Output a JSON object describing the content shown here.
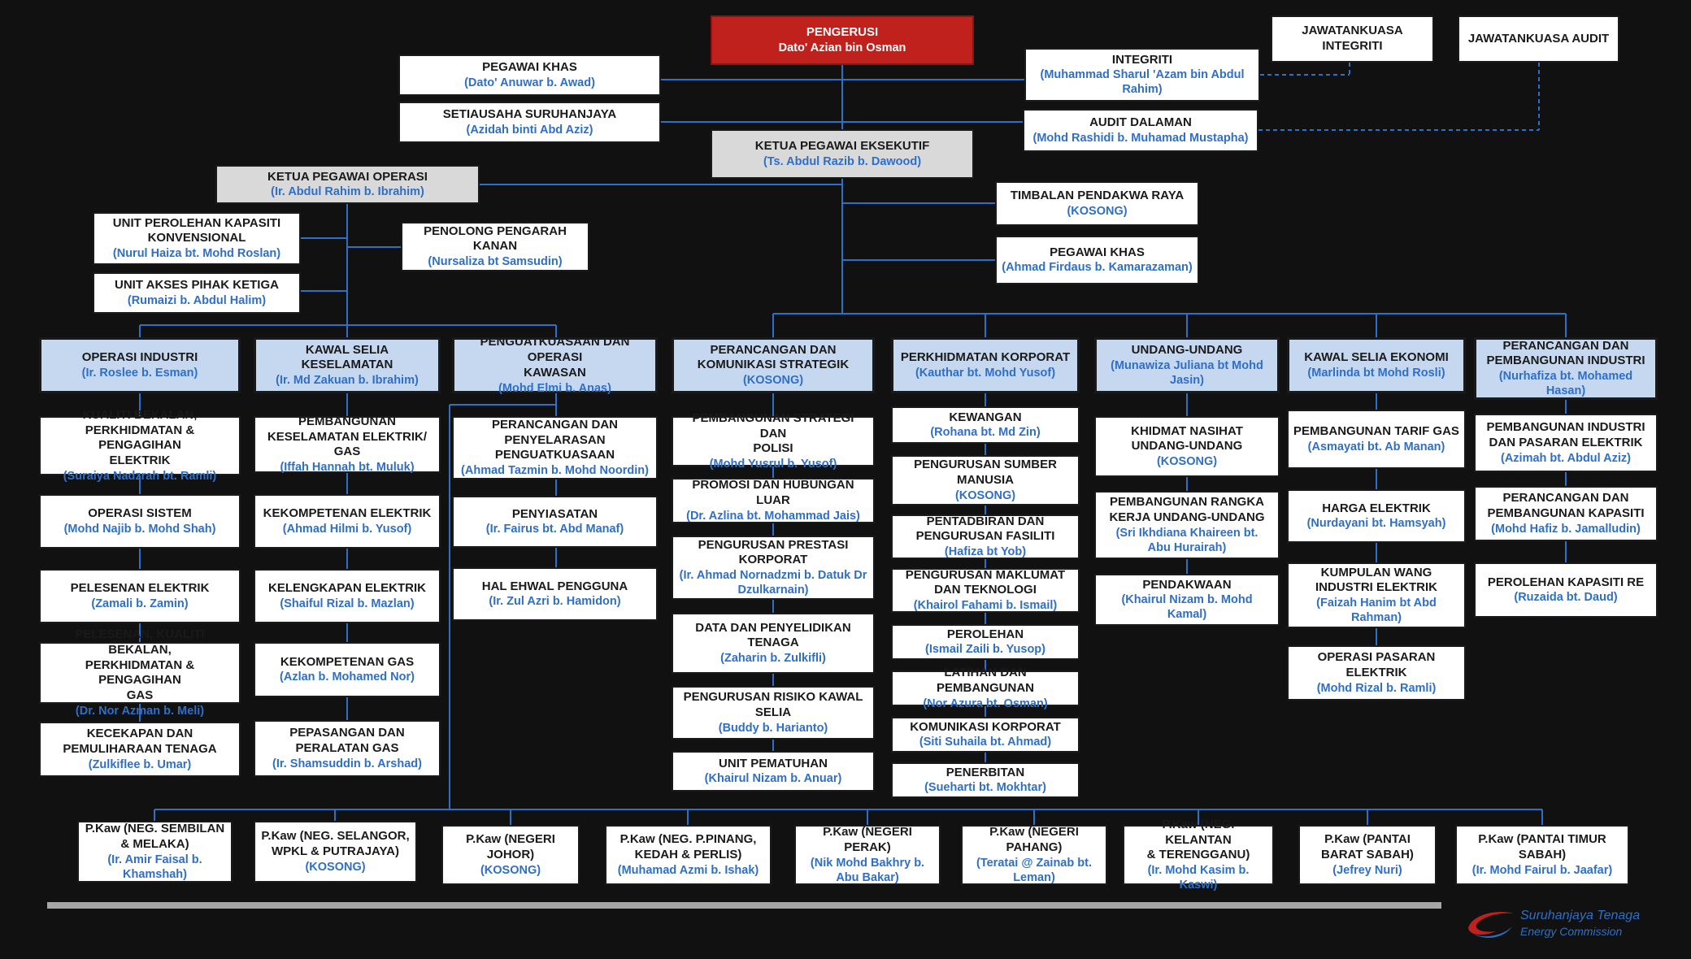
{
  "boxes": [
    {
      "id": "pengerusi",
      "title": "PENGERUSI",
      "name": "Dato' Azian bin Osman",
      "style": "red"
    },
    {
      "id": "pegawai-khas-1",
      "title": "PEGAWAI KHAS",
      "name": "(Dato' Anuwar b. Awad)"
    },
    {
      "id": "setiausaha",
      "title": "SETIAUSAHA SURUHANJAYA",
      "name": "(Azidah binti Abd Aziz)"
    },
    {
      "id": "integriti",
      "title": "INTEGRITI",
      "name": "(Muhammad Sharul 'Azam bin Abdul\nRahim)"
    },
    {
      "id": "jk-integriti",
      "title": "JAWATANKUASA\nINTEGRITI",
      "name": ""
    },
    {
      "id": "jk-audit",
      "title": "JAWATANKUASA AUDIT",
      "name": ""
    },
    {
      "id": "audit-dalaman",
      "title": "AUDIT DALAMAN",
      "name": "(Mohd Rashidi b. Muhamad Mustapha)"
    },
    {
      "id": "kpe",
      "title": "KETUA PEGAWAI EKSEKUTIF",
      "name": "(Ts. Abdul Razib b. Dawood)",
      "style": "grey"
    },
    {
      "id": "kpo",
      "title": "KETUA PEGAWAI OPERASI",
      "name": "(Ir. Abdul Rahim b. Ibrahim)",
      "style": "grey"
    },
    {
      "id": "timbalan-pendakwa",
      "title": "TIMBALAN PENDAKWA RAYA",
      "name": "(KOSONG)"
    },
    {
      "id": "pegawai-khas-2",
      "title": "PEGAWAI KHAS",
      "name": "(Ahmad Firdaus b. Kamarazaman)"
    },
    {
      "id": "unit-perolehan-kapasiti",
      "title": "UNIT PEROLEHAN KAPASITI\nKONVENSIONAL",
      "name": "(Nurul Haiza bt. Mohd Roslan)"
    },
    {
      "id": "penolong-pengarah",
      "title": "PENOLONG PENGARAH\nKANAN",
      "name": "(Nursaliza bt Samsudin)"
    },
    {
      "id": "unit-akses",
      "title": "UNIT AKSES PIHAK KETIGA",
      "name": "(Rumaizi b. Abdul Halim)"
    },
    {
      "id": "operasi-industri",
      "title": "OPERASI INDUSTRI",
      "name": "(Ir. Roslee b. Esman)",
      "style": "blue"
    },
    {
      "id": "kualiti-bekalan",
      "title": "KUALITI BEKALAN,\nPERKHIDMATAN & PENGAGIHAN\nELEKTRIK",
      "name": "(Suraiya Nadzrah bt. Ramli)"
    },
    {
      "id": "operasi-sistem",
      "title": "OPERASI SISTEM",
      "name": "(Mohd Najib b. Mohd Shah)"
    },
    {
      "id": "pelesenan-elektrik",
      "title": "PELESENAN ELEKTRIK",
      "name": "(Zamali b. Zamin)"
    },
    {
      "id": "pelesenan-kualiti",
      "title": "PELESENAN, KUALITI BEKALAN,\nPERKHIDMATAN & PENGAGIHAN\nGAS",
      "name": "(Dr. Nor Azman b. Meli)"
    },
    {
      "id": "kecekapan-tenaga",
      "title": "KECEKAPAN DAN\nPEMULIHARAAN TENAGA",
      "name": "(Zulkiflee b. Umar)"
    },
    {
      "id": "kawal-selia-keselamatan",
      "title": "KAWAL SELIA KESELAMATAN",
      "name": "(Ir. Md Zakuan b. Ibrahim)",
      "style": "blue"
    },
    {
      "id": "pembangunan-keselamatan",
      "title": "PEMBANGUNAN\nKESELAMATAN ELEKTRIK/ GAS",
      "name": "(Iffah Hannah bt. Muluk)"
    },
    {
      "id": "kekompetenan-elektrik",
      "title": "KEKOMPETENAN ELEKTRIK",
      "name": "(Ahmad Hilmi b. Yusof)"
    },
    {
      "id": "kelengkapan-elektrik",
      "title": "KELENGKAPAN ELEKTRIK",
      "name": "(Shaiful Rizal b. Mazlan)"
    },
    {
      "id": "kekompetenan-gas",
      "title": "KEKOMPETENAN GAS",
      "name": "(Azlan b. Mohamed Nor)"
    },
    {
      "id": "pepasangan-gas",
      "title": "PEPASANGAN DAN\nPERALATAN GAS",
      "name": "(Ir. Shamsuddin b. Arshad)"
    },
    {
      "id": "penguatkuasaan",
      "title": "PENGUATKUASAAN DAN OPERASI\nKAWASAN",
      "name": "(Mohd Elmi b. Anas)",
      "style": "blue"
    },
    {
      "id": "perancangan-penguatkuasaan",
      "title": "PERANCANGAN DAN\nPENYELARASAN\nPENGUATKUASAAN",
      "name": "(Ahmad Tazmin b. Mohd Noordin)"
    },
    {
      "id": "penyiasatan",
      "title": "PENYIASATAN",
      "name": "(Ir. Fairus bt. Abd Manaf)"
    },
    {
      "id": "hal-ehwal",
      "title": "HAL EHWAL PENGGUNA",
      "name": "(Ir. Zul Azri b. Hamidon)"
    },
    {
      "id": "perancangan-komunikasi",
      "title": "PERANCANGAN DAN\nKOMUNIKASI STRATEGIK",
      "name": "(KOSONG)",
      "style": "blue"
    },
    {
      "id": "pembangunan-strategi",
      "title": "PEMBANGUNAN STRATEGI DAN\nPOLISI",
      "name": "(Mohd Yusrul b. Yusof)"
    },
    {
      "id": "promosi",
      "title": "PROMOSI DAN HUBUNGAN LUAR",
      "name": "(Dr. Azlina bt. Mohammad Jais)"
    },
    {
      "id": "prestasi-korporat",
      "title": "PENGURUSAN PRESTASI\nKORPORAT",
      "name": "(Ir. Ahmad Nornadzmi b. Datuk Dr\nDzulkarnain)"
    },
    {
      "id": "data-penyelidikan",
      "title": "DATA DAN PENYELIDIKAN\nTENAGA",
      "name": "(Zaharin b. Zulkifli)"
    },
    {
      "id": "risiko",
      "title": "PENGURUSAN RISIKO KAWAL\nSELIA",
      "name": "(Buddy b. Harianto)"
    },
    {
      "id": "pematuhan",
      "title": "UNIT PEMATUHAN",
      "name": "(Khairul Nizam b. Anuar)"
    },
    {
      "id": "perkhidmatan-korporat",
      "title": "PERKHIDMATAN KORPORAT",
      "name": "(Kauthar bt. Mohd Yusof)",
      "style": "blue"
    },
    {
      "id": "kewangan",
      "title": "KEWANGAN",
      "name": "(Rohana bt. Md Zin)"
    },
    {
      "id": "sumber-manusia",
      "title": "PENGURUSAN SUMBER\nMANUSIA",
      "name": "(KOSONG)"
    },
    {
      "id": "pentadbiran",
      "title": "PENTADBIRAN DAN\nPENGURUSAN FASILITI",
      "name": "(Hafiza bt Yob)"
    },
    {
      "id": "maklumat",
      "title": "PENGURUSAN MAKLUMAT\nDAN TEKNOLOGI",
      "name": "(Khairol Fahami b. Ismail)"
    },
    {
      "id": "perolehan",
      "title": "PEROLEHAN",
      "name": "(Ismail Zaili b. Yusop)"
    },
    {
      "id": "latihan",
      "title": "LATIHAN DAN PEMBANGUNAN",
      "name": "(Nor Azura bt. Osman)"
    },
    {
      "id": "komunikasi-korporat",
      "title": "KOMUNIKASI KORPORAT",
      "name": "(Siti Suhaila bt. Ahmad)"
    },
    {
      "id": "penerbitan",
      "title": "PENERBITAN",
      "name": "(Sueharti bt. Mokhtar)"
    },
    {
      "id": "undang-undang",
      "title": "UNDANG-UNDANG",
      "name": "(Munawiza Juliana bt Mohd\nJasin)",
      "style": "blue"
    },
    {
      "id": "khidmat-nasihat",
      "title": "KHIDMAT NASIHAT\nUNDANG-UNDANG",
      "name": "(KOSONG)"
    },
    {
      "id": "rangka-kerja",
      "title": "PEMBANGUNAN RANGKA\nKERJA UNDANG-UNDANG",
      "name": "(Sri Ikhdiana Khaireen bt.\nAbu Hurairah)"
    },
    {
      "id": "pendakwaan",
      "title": "PENDAKWAAN",
      "name": "(Khairul Nizam b. Mohd\nKamal)"
    },
    {
      "id": "kawal-selia-ekonomi",
      "title": "KAWAL SELIA EKONOMI",
      "name": "(Marlinda bt Mohd Rosli)",
      "style": "blue"
    },
    {
      "id": "tarif-gas",
      "title": "PEMBANGUNAN TARIF GAS",
      "name": "(Asmayati bt. Ab Manan)"
    },
    {
      "id": "harga-elektrik",
      "title": "HARGA ELEKTRIK",
      "name": "(Nurdayani bt. Hamsyah)"
    },
    {
      "id": "kumpulan-wang",
      "title": "KUMPULAN WANG\nINDUSTRI ELEKTRIK",
      "name": "(Faizah Hanim bt Abd\nRahman)"
    },
    {
      "id": "operasi-pasaran",
      "title": "OPERASI PASARAN ELEKTRIK",
      "name": "(Mohd Rizal b. Ramli)"
    },
    {
      "id": "perancangan-industri",
      "title": "PERANCANGAN DAN\nPEMBANGUNAN INDUSTRI",
      "name": "(Nurhafiza bt. Mohamed\nHasan)",
      "style": "blue"
    },
    {
      "id": "pembangunan-industri",
      "title": "PEMBANGUNAN INDUSTRI\nDAN PASARAN ELEKTRIK",
      "name": "(Azimah bt. Abdul Aziz)"
    },
    {
      "id": "perancangan-kapasiti",
      "title": "PERANCANGAN DAN\nPEMBANGUNAN KAPASITI",
      "name": "(Mohd Hafiz b. Jamalludin)"
    },
    {
      "id": "perolehan-re",
      "title": "PEROLEHAN KAPASITI RE",
      "name": "(Ruzaida bt. Daud)"
    },
    {
      "id": "pkaw-sembilan",
      "title": "P.Kaw (NEG. SEMBILAN\n& MELAKA)",
      "name": "(Ir. Amir Faisal b.\nKhamshah)"
    },
    {
      "id": "pkaw-selangor",
      "title": "P.Kaw (NEG. SELANGOR,\nWPKL & PUTRAJAYA)",
      "name": "(KOSONG)"
    },
    {
      "id": "pkaw-johor",
      "title": "P.Kaw (NEGERI\nJOHOR)",
      "name": "(KOSONG)"
    },
    {
      "id": "pkaw-pinang",
      "title": "P.Kaw (NEG. P.PINANG,\nKEDAH & PERLIS)",
      "name": "(Muhamad Azmi b. Ishak)"
    },
    {
      "id": "pkaw-perak",
      "title": "P.Kaw (NEGERI\nPERAK)",
      "name": "(Nik Mohd Bakhry b.\nAbu Bakar)"
    },
    {
      "id": "pkaw-pahang",
      "title": "P.Kaw (NEGERI\nPAHANG)",
      "name": "(Teratai @ Zainab bt.\nLeman)"
    },
    {
      "id": "pkaw-kelantan",
      "title": "P.Kaw (NEG.  KELANTAN\n& TERENGGANU)",
      "name": "(Ir. Mohd Kasim b. Kaswi)"
    },
    {
      "id": "pkaw-sabah",
      "title": "P.Kaw (PANTAI\nBARAT SABAH)",
      "name": "(Jefrey Nuri)"
    },
    {
      "id": "pkaw-timur-sabah",
      "title": "P.Kaw (PANTAI TIMUR\nSABAH)",
      "name": "(Ir. Mohd Fairul b. Jaafar)"
    }
  ],
  "logo": {
    "line1": "Suruhanjaya Tenaga",
    "line2": "Energy Commission"
  },
  "colors": {
    "red": "#c0211c",
    "grey": "#d9d9d9",
    "blue_fill": "#c5d8f0",
    "name_text": "#2f6fc7",
    "connector": "#2f6fc7"
  }
}
